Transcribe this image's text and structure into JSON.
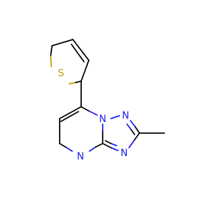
{
  "colors": {
    "background": "#ffffff",
    "carbon_bond": "#000000",
    "nitrogen": "#1c1cf0",
    "sulfur": "#b4a000"
  },
  "atoms": {
    "sulfur": "S",
    "n_bridge": "N",
    "n_triazole_2": "N",
    "n_triazole_4": "N",
    "n_pyrimidine": "N"
  }
}
